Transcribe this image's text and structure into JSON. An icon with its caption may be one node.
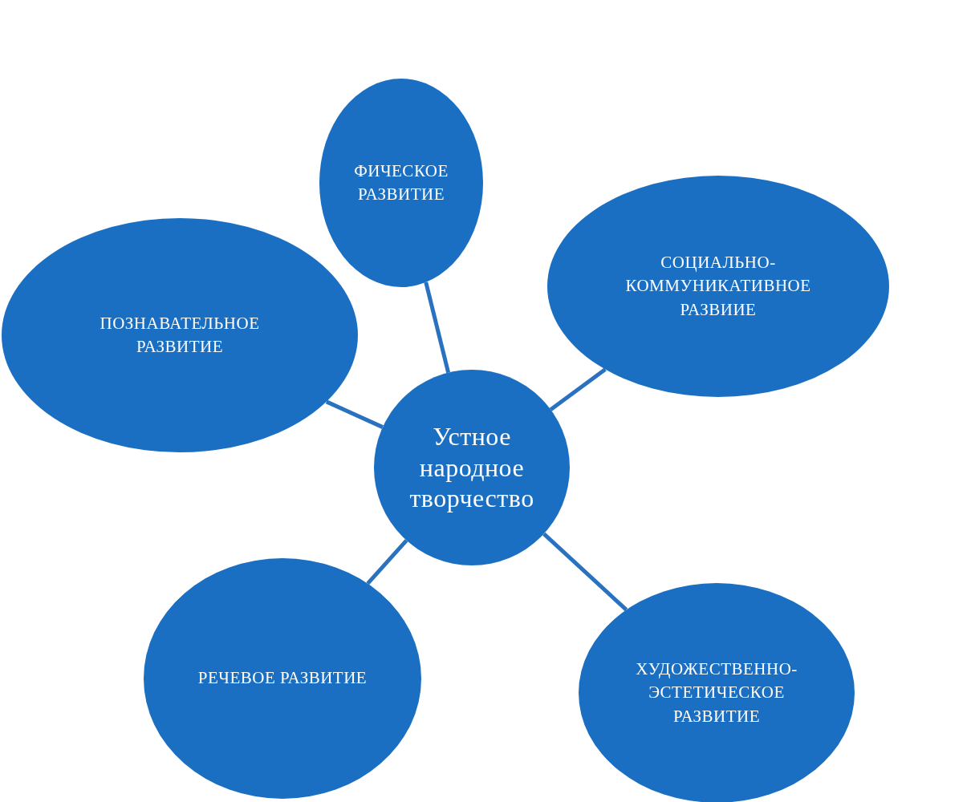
{
  "diagram": {
    "nodes": [
      {
        "text": [
          "Устное народное творчество"
        ]
      },
      {
        "text": [
          "ФИЧЕСКОЕ РАЗВИТИЕ"
        ]
      },
      {
        "text": [
          "СОЦИАЛЬНО-КОММУНИКАТИВНОЕ РАЗВИИЕ"
        ]
      },
      {
        "text": [
          "ПОЗНАВАТЕЛЬНОЕ РАЗВИТИЕ"
        ]
      },
      {
        "text": [
          "РЕЧЕВОЕ РАЗВИТИЕ"
        ]
      },
      {
        "text": [
          "ХУДОЖЕСТВЕННО-ЭСТЕТИЧЕСКОЕ РАЗВИТИЕ"
        ]
      }
    ],
    "edges": [
      {
        "from": 0,
        "to": 1,
        "arrow": "none"
      },
      {
        "from": 0,
        "to": 2,
        "arrow": "none"
      },
      {
        "from": 0,
        "to": 3,
        "arrow": "none"
      },
      {
        "from": 0,
        "to": 4,
        "arrow": "none"
      },
      {
        "from": 0,
        "to": 5,
        "arrow": "none"
      }
    ]
  }
}
